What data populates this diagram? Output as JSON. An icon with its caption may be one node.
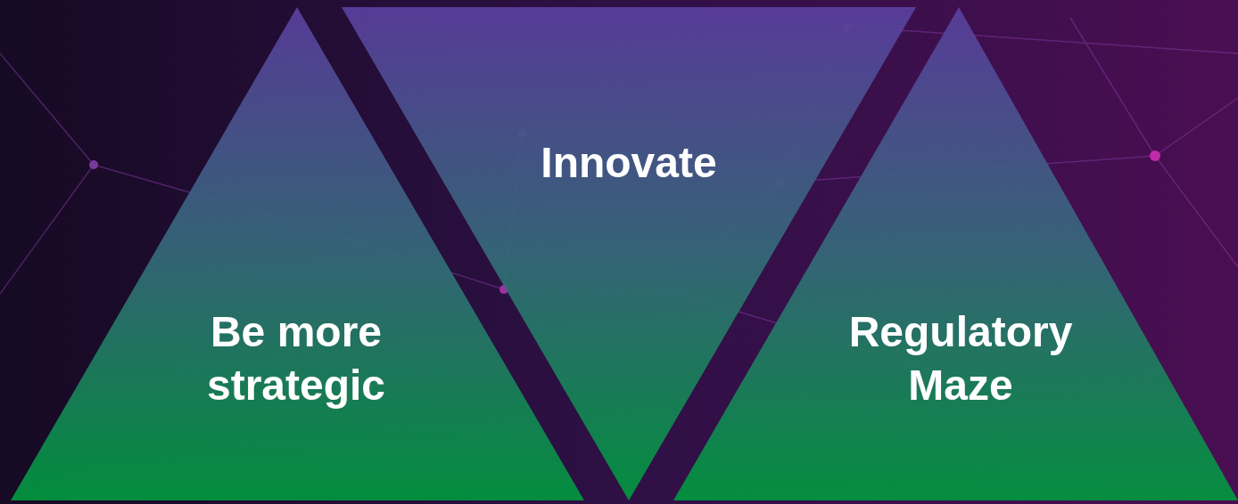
{
  "diagram": {
    "nodes": [
      {
        "text": [
          "Be more strategic"
        ]
      },
      {
        "text": [
          "Innovate"
        ]
      },
      {
        "text": [
          "Regulatory Maze"
        ]
      }
    ]
  }
}
